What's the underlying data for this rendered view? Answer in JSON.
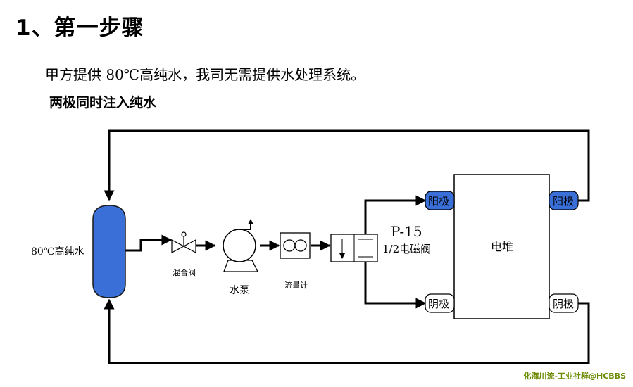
{
  "heading": "1、第一步骤",
  "intro": "甲方提供 80℃高纯水，我司无需提供水处理系统。",
  "subheading": "两极同时注入纯水",
  "diagram": {
    "tank_label": "80℃高纯水",
    "mixing_valve_label": "混合阀",
    "pump_label": "水泵",
    "flowmeter_label": "流量计",
    "valve_code": "P-15",
    "valve_label": "1/2电磁阀",
    "stack_label": "电堆",
    "anode_label": "阳极",
    "cathode_label": "阴极"
  },
  "colors": {
    "tank": "#3a6fd8",
    "anode_port": "#3a6fd8",
    "cathode_port": "#ffffff",
    "line": "#000000"
  },
  "watermark": "化海川流-工业社群@HCBBS"
}
